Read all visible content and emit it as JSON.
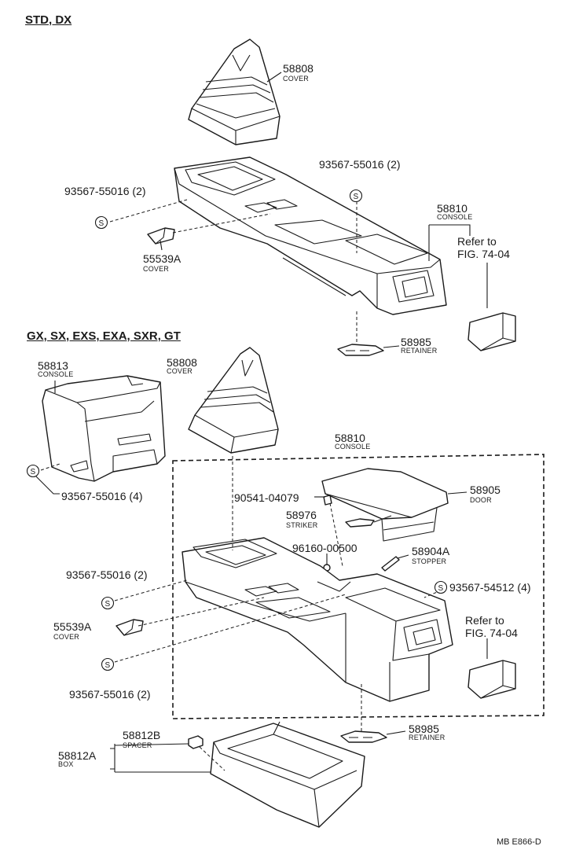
{
  "sections": {
    "std_dx": "STD, DX",
    "gx": "GX, SX, EXS, EXA, SXR, GT"
  },
  "top": {
    "cover_58808": {
      "num": "58808",
      "name": "COVER"
    },
    "screw_left": {
      "num": "93567-55016 (2)"
    },
    "screw_right": {
      "num": "93567-55016 (2)"
    },
    "console_58810": {
      "num": "58810",
      "name": "CONSOLE"
    },
    "refer": {
      "line1": "Refer to",
      "line2": "FIG. 74-04"
    },
    "cover_55539A": {
      "num": "55539A",
      "name": "COVER"
    },
    "retainer_58985": {
      "num": "58985",
      "name": "RETAINER"
    }
  },
  "bottom": {
    "console_58813": {
      "num": "58813",
      "name": "CONSOLE"
    },
    "screw_58813": {
      "num": "93567-55016 (4)"
    },
    "cover_58808": {
      "num": "58808",
      "name": "COVER"
    },
    "console_58810": {
      "num": "58810",
      "name": "CONSOLE"
    },
    "bolt_90541": {
      "num": "90541-04079"
    },
    "door_58905": {
      "num": "58905",
      "name": "DOOR"
    },
    "striker_58976": {
      "num": "58976",
      "name": "STRIKER"
    },
    "nut_96160": {
      "num": "96160-00500"
    },
    "stopper_58904A": {
      "num": "58904A",
      "name": "STOPPER"
    },
    "screw_upper": {
      "num": "93567-55016 (2)"
    },
    "screw_54512": {
      "num": "93567-54512 (4)"
    },
    "cover_55539A": {
      "num": "55539A",
      "name": "COVER"
    },
    "refer": {
      "line1": "Refer to",
      "line2": "FIG. 74-04"
    },
    "screw_lower": {
      "num": "93567-55016 (2)"
    },
    "retainer_58985": {
      "num": "58985",
      "name": "RETAINER"
    },
    "spacer_58812B": {
      "num": "58812B",
      "name": "SPACER"
    },
    "box_58812A": {
      "num": "58812A",
      "name": "BOX"
    }
  },
  "symbol_letter": "S",
  "footer": "MB E866-D"
}
